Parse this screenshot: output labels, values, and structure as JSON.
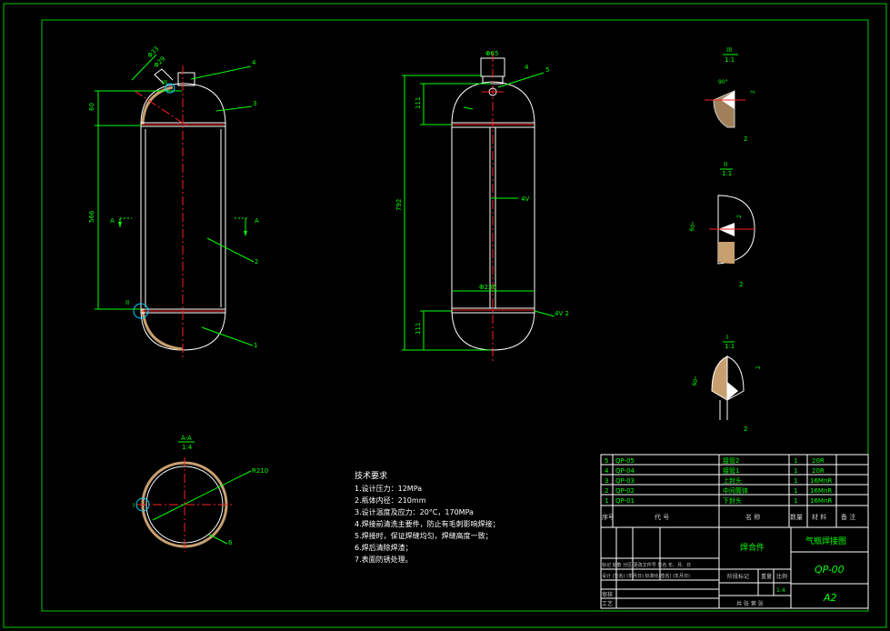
{
  "drawing": {
    "colors": {
      "background": "#000000",
      "frame": "#00c800",
      "outline": "#ffffff",
      "centerline": "#ff2020",
      "annotation": "#00ff00",
      "highlight": "#00d0ff",
      "gray": "#c8c8c8"
    },
    "view1": {
      "labels": {
        "label_4": "4",
        "label_3": "3",
        "label_2": "2",
        "label_1": "1",
        "label_III": "III",
        "label_II": "II",
        "dim_phi33": "Φ33",
        "dim_phi29": "Φ29",
        "dim_60": "60",
        "dim_566": "566",
        "section_left": "A",
        "section_right": "A"
      }
    },
    "view2": {
      "labels": {
        "dim_phi65": "Φ65",
        "label_5": "5",
        "dim_111_top": "111",
        "dim_792": "792",
        "dim_111_bottom": "111",
        "dim_phi236": "Φ236",
        "weld_top": "4",
        "weld_mid": "4V",
        "weld_bottom": "4V 2"
      }
    },
    "section_aa": {
      "title": "A-A",
      "scale": "1:4",
      "dim_r210": "R210",
      "dim_6": "6",
      "label_I": "I"
    },
    "details": [
      {
        "title": "III",
        "scale": "1:1",
        "angle": "90°",
        "dim_a": "2",
        "dim_b": "2"
      },
      {
        "title": "II",
        "scale": "1:1",
        "angle": "60°",
        "dim_a": "2",
        "dim_b": "2"
      },
      {
        "title": "I",
        "scale": "1:1",
        "angle": "60°",
        "dim_a": "2",
        "dim_b": "2"
      }
    ],
    "tech_requirements": {
      "title": "技术要求",
      "items": [
        "1.设计压力：12MPa",
        "2.瓶体内径：210mm",
        "3.设计温度及应力：20°C，170MPa",
        "4.焊接前清洗主要件，防止有毛刺影响焊接；",
        "5.焊接时，保证焊缝均匀，焊缝高度一致；",
        "6.焊后清除焊渣；",
        "7.表面防锈处理。"
      ]
    },
    "parts_list": [
      {
        "no": "5",
        "code": "QP-05",
        "name": "接管2",
        "qty": "1",
        "material": "20R"
      },
      {
        "no": "4",
        "code": "QP-04",
        "name": "接管1",
        "qty": "1",
        "material": "20R"
      },
      {
        "no": "3",
        "code": "QP-03",
        "name": "上封头",
        "qty": "1",
        "material": "16MnR"
      },
      {
        "no": "2",
        "code": "QP-02",
        "name": "中间筒体",
        "qty": "1",
        "material": "16MnR"
      },
      {
        "no": "1",
        "code": "QP-01",
        "name": "下封头",
        "qty": "1",
        "material": "16MnR"
      }
    ],
    "parts_header": {
      "no": "序号",
      "code": "代  号",
      "name": "名  称",
      "qty": "数量",
      "material": "材  料",
      "note": "备  注"
    },
    "title_block": {
      "weld_label": "焊合件",
      "drawing_title": "气瓶焊接图",
      "drawing_number": "QP-00",
      "sheet_size": "A2",
      "scale_value": "1:4",
      "row_a": "标记 处数  分区  更改文件号 签名  年、月、日",
      "row_b": "设计 (签名) (年月日) 标准化(签名) (年月日)",
      "stage_mark": "阶段标记",
      "weight": "重量",
      "ratio": "比例",
      "review": "审核",
      "process": "工艺",
      "sheet_info": "共  张  第  张"
    }
  }
}
